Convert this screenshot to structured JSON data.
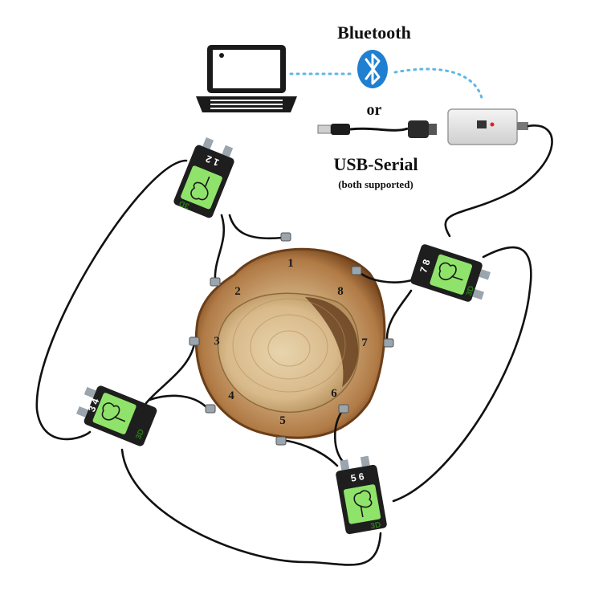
{
  "connection": {
    "bluetooth_label": "Bluetooth",
    "or_label": "or",
    "usb_label": "USB-Serial",
    "usb_note": "(both supported)"
  },
  "sensor_points": [
    "1",
    "2",
    "3",
    "4",
    "5",
    "6",
    "7",
    "8"
  ],
  "modules": [
    {
      "id": "module-1-2",
      "numbers": "1 2",
      "badge": "3D"
    },
    {
      "id": "module-3-4",
      "numbers": "3 4",
      "badge": "3D"
    },
    {
      "id": "module-5-6",
      "numbers": "5 6",
      "badge": "3D"
    },
    {
      "id": "module-7-8",
      "numbers": "7 8",
      "badge": "3D"
    }
  ],
  "colors": {
    "bluetooth": "#1f7fd1",
    "bluetooth_link": "#5fb6e6",
    "module_green": "#8fe36a",
    "wood_bark": "#8a5a2b",
    "wood_core": "#d9b98a",
    "cable": "#111111"
  }
}
